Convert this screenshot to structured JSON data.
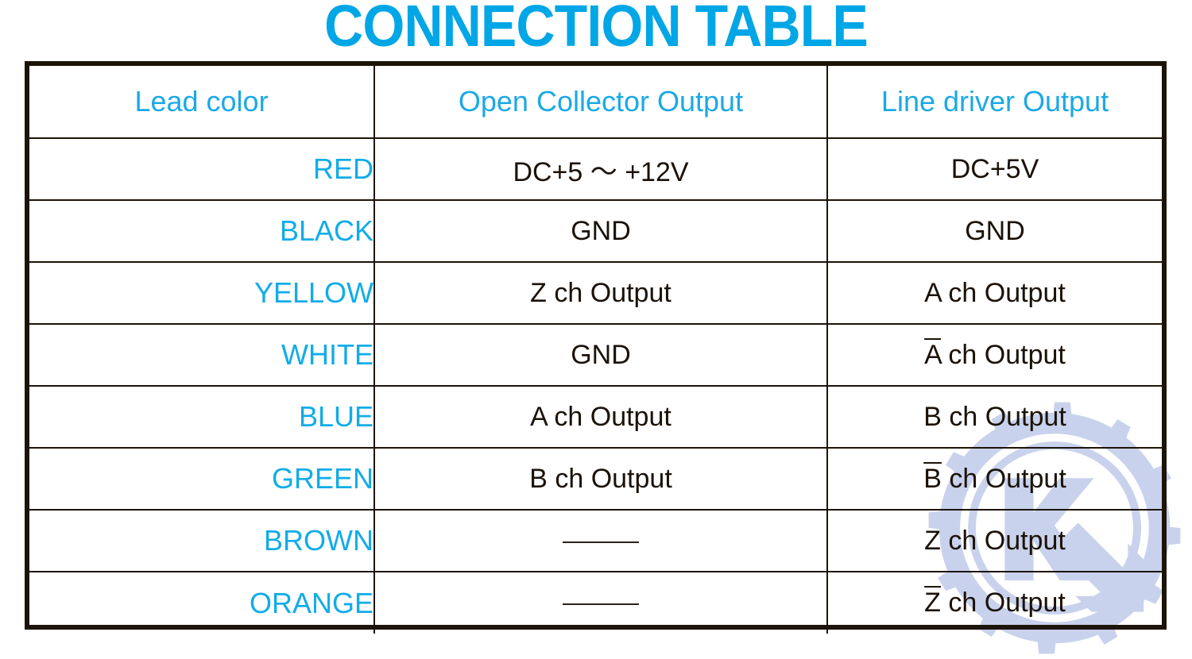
{
  "title": "CONNECTION TABLE",
  "colors": {
    "accent_cyan": "#00a6e6",
    "header_bg": "#b3e6fc",
    "header_text": "#1ba9e6",
    "lead_text": "#11ace8",
    "value_text": "#1b1208",
    "border": "#1d1408",
    "watermark": "#c9d2ec"
  },
  "table": {
    "columns": [
      {
        "key": "lead",
        "label": "Lead color"
      },
      {
        "key": "open_collector",
        "label": "Open Collector Output"
      },
      {
        "key": "line_driver",
        "label": "Line driver Output"
      }
    ],
    "rows": [
      {
        "lead": "RED",
        "open_collector": "DC+5 ～ +12V",
        "line_driver": "DC+5V",
        "line_driver_overline": ""
      },
      {
        "lead": "BLACK",
        "open_collector": "GND",
        "line_driver": "GND",
        "line_driver_overline": ""
      },
      {
        "lead": "YELLOW",
        "open_collector": "Z ch Output",
        "line_driver": "A ch Output",
        "line_driver_overline": ""
      },
      {
        "lead": "WHITE",
        "open_collector": "GND",
        "line_driver": "A ch Output",
        "line_driver_overline": "A"
      },
      {
        "lead": "BLUE",
        "open_collector": "A ch Output",
        "line_driver": "B ch Output",
        "line_driver_overline": ""
      },
      {
        "lead": "GREEN",
        "open_collector": "B ch Output",
        "line_driver": "B ch Output",
        "line_driver_overline": "B"
      },
      {
        "lead": "BROWN",
        "open_collector": "——",
        "open_collector_is_dash": true,
        "line_driver": "Z ch Output",
        "line_driver_overline": ""
      },
      {
        "lead": "ORANGE",
        "open_collector": "——",
        "open_collector_is_dash": true,
        "line_driver": "Z ch Output",
        "line_driver_overline": "Z"
      }
    ]
  },
  "watermark": {
    "name": "gear-logo-watermark"
  }
}
